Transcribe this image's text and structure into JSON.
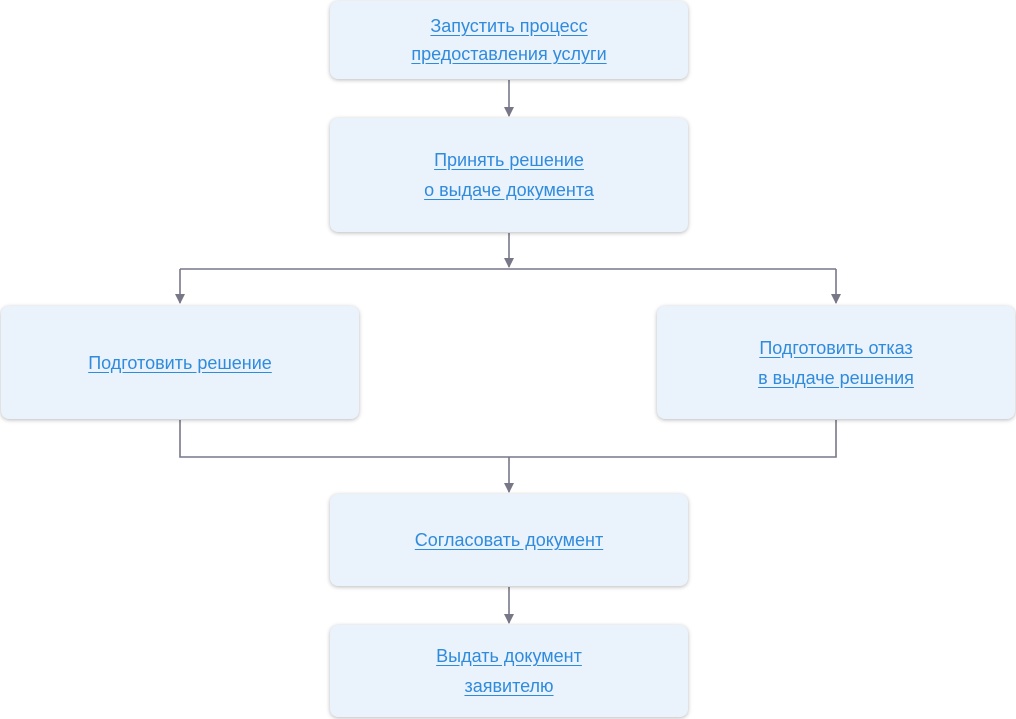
{
  "diagram": {
    "nodes": [
      {
        "id": "start",
        "label": "Запустить процесс\nпредоставления услуги"
      },
      {
        "id": "decide",
        "label": "Принять решение\nо выдаче документа"
      },
      {
        "id": "prepare",
        "label": "Подготовить решение"
      },
      {
        "id": "refuse",
        "label": "Подготовить отказ \nв выдаче решения"
      },
      {
        "id": "approve",
        "label": "Согласовать документ"
      },
      {
        "id": "issue",
        "label": "Выдать документ\nзаявителю"
      }
    ],
    "edges": [
      {
        "from": "start",
        "to": "decide"
      },
      {
        "from": "decide",
        "to": "prepare"
      },
      {
        "from": "decide",
        "to": "refuse"
      },
      {
        "from": "prepare",
        "to": "approve"
      },
      {
        "from": "refuse",
        "to": "approve"
      },
      {
        "from": "approve",
        "to": "issue"
      }
    ],
    "colors": {
      "node_fill": "#eaf2fc",
      "link_text": "#2f8bdc",
      "connector": "#777788"
    }
  }
}
